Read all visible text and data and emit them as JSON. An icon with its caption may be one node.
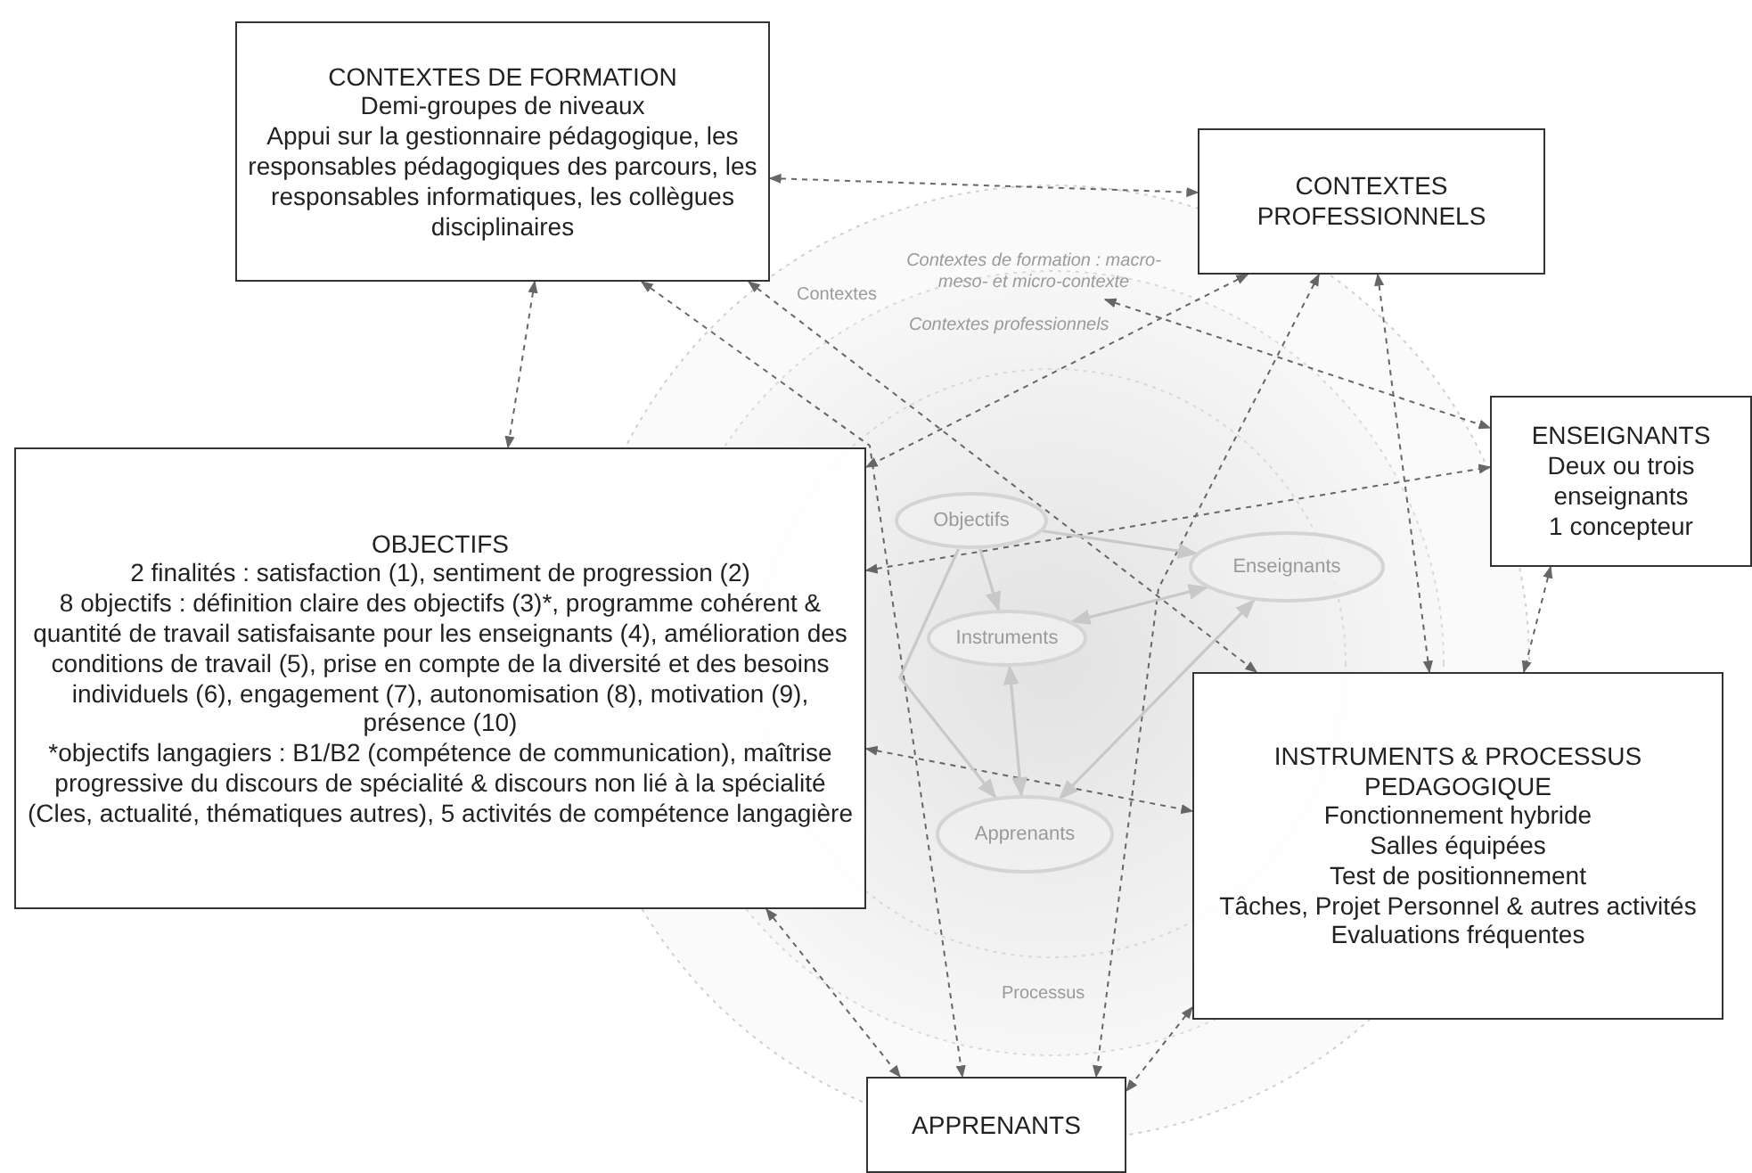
{
  "diagram": {
    "nodes": [
      {
        "text": [
          "CONTEXTES DE FORMATION",
          "Demi-groupes de niveaux",
          "Appui sur la gestionnaire pédagogique, les responsables pédagogiques des parcours, les responsables informatiques, les collègues disciplinaires"
        ]
      },
      {
        "text": [
          "CONTEXTES PROFESSIONNELS"
        ]
      },
      {
        "text": [
          "ENSEIGNANTS",
          "Deux ou trois enseignants",
          "1 concepteur"
        ]
      },
      {
        "text": [
          "OBJECTIFS",
          "2 finalités : satisfaction (1), sentiment de progression (2)",
          "8 objectifs : définition claire des objectifs (3)*, programme cohérent & quantité de travail satisfaisante pour les enseignants (4), amélioration des conditions de travail (5), prise en compte de la diversité et des besoins individuels (6), engagement (7), autonomisation (8), motivation (9), présence (10)",
          "*objectifs langagiers : B1/B2 (compétence de communication), maîtrise progressive du discours de spécialité & discours non lié à la spécialité (Cles, actualité, thématiques autres), 5 activités de compétence langagière"
        ]
      },
      {
        "text": [
          "INSTRUMENTS & PROCESSUS PEDAGOGIQUE",
          "Fonctionnement hybride",
          "Salles équipées",
          "Test de positionnement",
          "Tâches, Projet Personnel & autres activités",
          "Evaluations fréquentes"
        ]
      },
      {
        "text": [
          "APPRENANTS"
        ]
      },
      {
        "text": [
          "Contextes de formation : macro- meso- et micro-contexte"
        ]
      },
      {
        "text": [
          "Objectifs"
        ]
      },
      {
        "text": [
          "Instruments"
        ]
      },
      {
        "text": [
          "Enseignants"
        ]
      },
      {
        "text": [
          "Apprenants"
        ]
      }
    ],
    "edges": [
      {
        "from": 0,
        "to": 1,
        "arrow": "both",
        "style": "dashed"
      },
      {
        "from": 0,
        "to": 3,
        "arrow": "both",
        "style": "dashed"
      },
      {
        "from": 0,
        "to": 5,
        "arrow": "both",
        "style": "dashed"
      },
      {
        "from": 0,
        "to": 4,
        "arrow": "both",
        "style": "dashed"
      },
      {
        "from": 1,
        "to": 3,
        "arrow": "both",
        "style": "dashed"
      },
      {
        "from": 6,
        "to": 2,
        "arrow": "both",
        "style": "dashed"
      },
      {
        "from": 3,
        "to": 2,
        "arrow": "both",
        "style": "dashed"
      },
      {
        "from": 3,
        "to": 4,
        "arrow": "both",
        "style": "dashed"
      },
      {
        "from": 1,
        "to": 4,
        "arrow": "both",
        "style": "dashed"
      },
      {
        "from": 1,
        "to": 5,
        "arrow": "both",
        "style": "dashed"
      },
      {
        "from": 2,
        "to": 4,
        "arrow": "both",
        "style": "dashed"
      },
      {
        "from": 3,
        "to": 5,
        "arrow": "both",
        "style": "dashed"
      },
      {
        "from": 4,
        "to": 5,
        "arrow": "both",
        "style": "dashed"
      },
      {
        "from": 7,
        "to": 9,
        "arrow": "to",
        "color": "#c8c8c8"
      },
      {
        "from": 7,
        "to": 8,
        "arrow": "to",
        "color": "#c8c8c8"
      },
      {
        "from": 8,
        "to": 9,
        "arrow": "both",
        "color": "#c8c8c8"
      },
      {
        "from": 8,
        "to": 10,
        "arrow": "both",
        "color": "#c8c8c8"
      },
      {
        "from": 10,
        "to": 9,
        "arrow": "both",
        "color": "#c8c8c8"
      },
      {
        "from": 7,
        "to": 10,
        "arrow": "to",
        "color": "#c8c8c8"
      }
    ],
    "labels": [
      "Contextes",
      "Contextes professionnels",
      "Processus"
    ]
  }
}
